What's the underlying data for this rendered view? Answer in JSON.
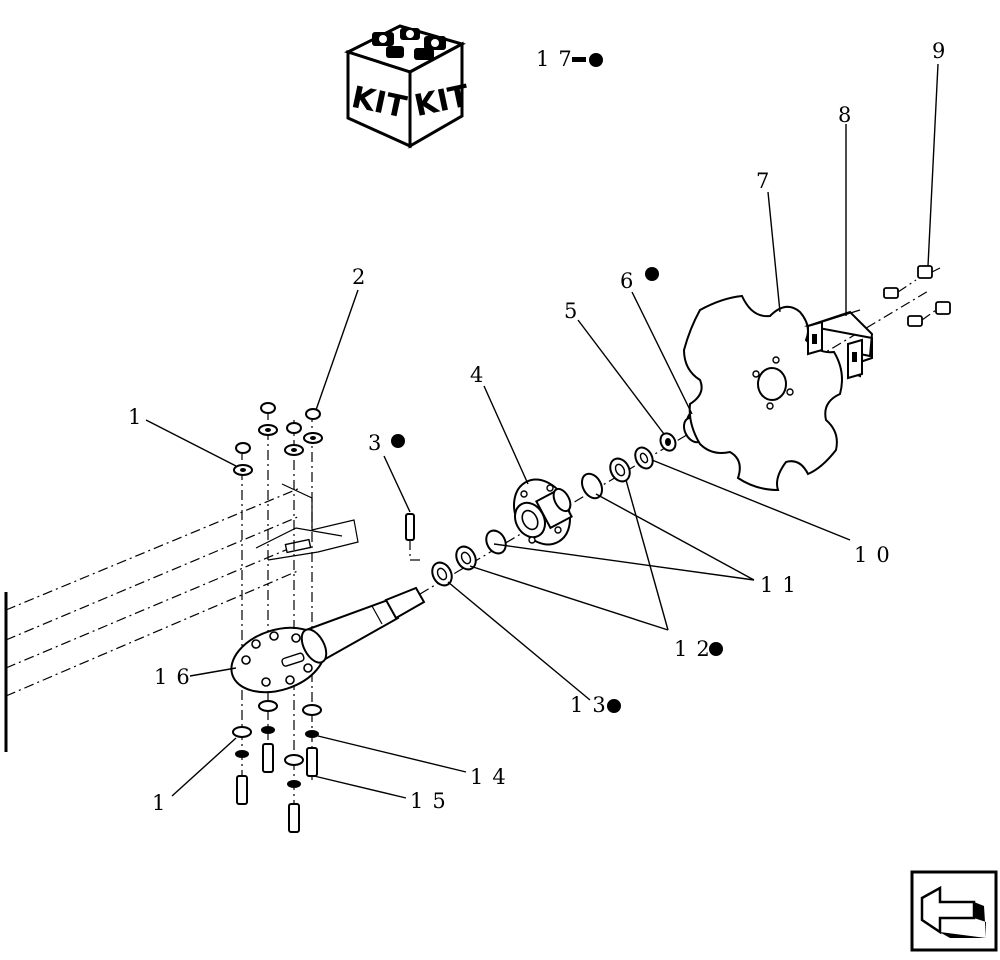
{
  "kit_icon": {
    "face_left": "KIT",
    "face_right": "KIT"
  },
  "callouts": [
    {
      "id": "c1a",
      "text": "1"
    },
    {
      "id": "c1b",
      "text": "1"
    },
    {
      "id": "c2",
      "text": "2"
    },
    {
      "id": "c3",
      "text": "3"
    },
    {
      "id": "c4",
      "text": "4"
    },
    {
      "id": "c5",
      "text": "5"
    },
    {
      "id": "c6",
      "text": "6"
    },
    {
      "id": "c7",
      "text": "7"
    },
    {
      "id": "c8",
      "text": "8"
    },
    {
      "id": "c9",
      "text": "9"
    },
    {
      "id": "c10",
      "text": "10"
    },
    {
      "id": "c11",
      "text": "11"
    },
    {
      "id": "c12",
      "text": "12"
    },
    {
      "id": "c13",
      "text": "13"
    },
    {
      "id": "c14",
      "text": "14"
    },
    {
      "id": "c15",
      "text": "15"
    },
    {
      "id": "c16",
      "text": "16"
    },
    {
      "id": "c17",
      "text": "17"
    }
  ],
  "nav_icon": "back-arrow-icon"
}
